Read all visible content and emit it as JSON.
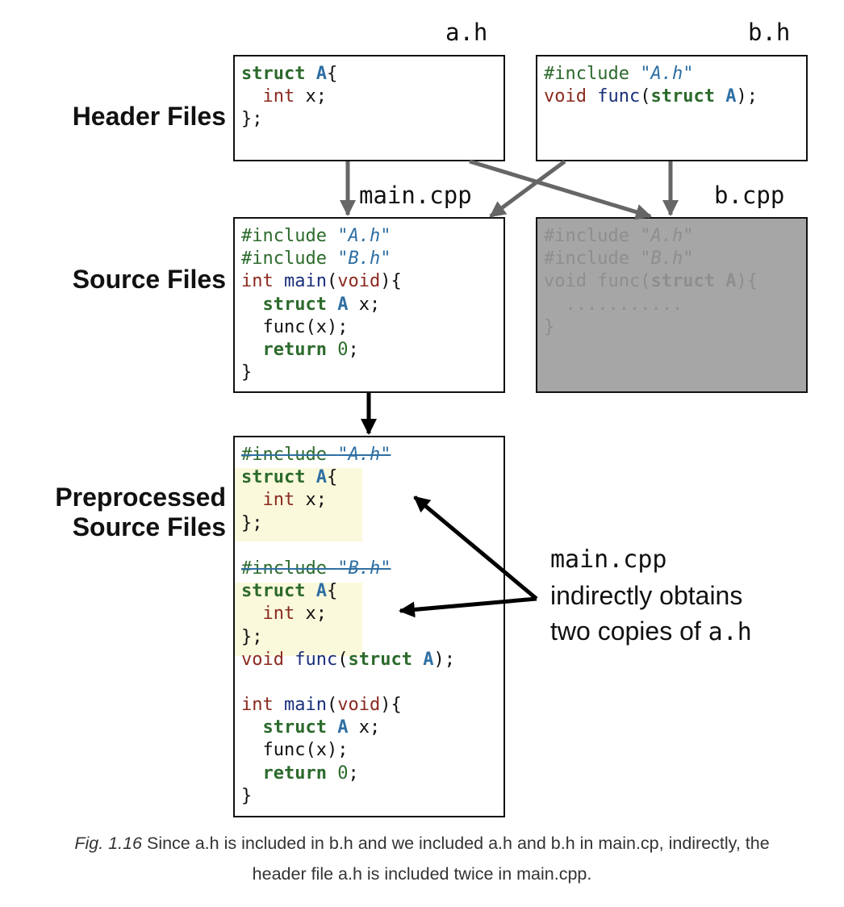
{
  "files": {
    "a_h": "a.h",
    "b_h": "b.h",
    "main_cpp": "main.cpp",
    "b_cpp": "b.cpp"
  },
  "row_labels": {
    "header": "Header Files",
    "source": "Source Files",
    "preprocessed_line1": "Preprocessed",
    "preprocessed_line2": "Source Files"
  },
  "annotation": {
    "line1": "main.cpp",
    "line2": "indirectly obtains",
    "line3_prefix": "two copies of ",
    "line3_code": "a.h"
  },
  "caption": {
    "fig": "Fig. 1.16",
    "text": " Since a.h is included in b.h and we included a.h and b.h in main.cp, indirectly, the",
    "line2": "header file a.h is included twice in main.cpp."
  },
  "colors": {
    "keyword": "#2c6a2c",
    "type": "#8b2a1f",
    "function": "#1a2f7a",
    "identifier": "#2e6fa4",
    "highlight": "#fbf9dc",
    "gray_box": "#a6a6a6",
    "arrow_gray": "#666666"
  },
  "code": {
    "a_h": [
      [
        [
          "kw",
          "struct"
        ],
        [
          "pl",
          " "
        ],
        [
          "id",
          "A"
        ],
        [
          "pl",
          "{"
        ]
      ],
      [
        [
          "pl",
          "  "
        ],
        [
          "ty",
          "int"
        ],
        [
          "pl",
          " x;"
        ]
      ],
      [
        [
          "pl",
          "};"
        ]
      ]
    ],
    "b_h": [
      [
        [
          "pp",
          "#include "
        ],
        [
          "st",
          "\"A.h\""
        ]
      ],
      [
        [
          "ty",
          "void"
        ],
        [
          "pl",
          " "
        ],
        [
          "fn",
          "func"
        ],
        [
          "pl",
          "("
        ],
        [
          "kw",
          "struct"
        ],
        [
          "pl",
          " "
        ],
        [
          "id",
          "A"
        ],
        [
          "pl",
          ");"
        ]
      ]
    ],
    "main_cpp": [
      [
        [
          "pp",
          "#include "
        ],
        [
          "st",
          "\"A.h\""
        ]
      ],
      [
        [
          "pp",
          "#include "
        ],
        [
          "st",
          "\"B.h\""
        ]
      ],
      [
        [
          "ty",
          "int"
        ],
        [
          "pl",
          " "
        ],
        [
          "fn",
          "main"
        ],
        [
          "pl",
          "("
        ],
        [
          "ty",
          "void"
        ],
        [
          "pl",
          "){"
        ]
      ],
      [
        [
          "pl",
          "  "
        ],
        [
          "kw",
          "struct"
        ],
        [
          "pl",
          " "
        ],
        [
          "id",
          "A"
        ],
        [
          "pl",
          " x;"
        ]
      ],
      [
        [
          "pl",
          "  func(x);"
        ]
      ],
      [
        [
          "pl",
          "  "
        ],
        [
          "kw",
          "return"
        ],
        [
          "pl",
          " "
        ],
        [
          "num",
          "0"
        ],
        [
          "pl",
          ";"
        ]
      ],
      [
        [
          "pl",
          "}"
        ]
      ]
    ],
    "b_cpp": [
      [
        [
          "pp",
          "#include "
        ],
        [
          "st",
          "\"A.h\""
        ]
      ],
      [
        [
          "pp",
          "#include "
        ],
        [
          "st",
          "\"B.h\""
        ]
      ],
      [
        [
          "ty",
          "void"
        ],
        [
          "pl",
          " "
        ],
        [
          "fn",
          "func"
        ],
        [
          "pl",
          "("
        ],
        [
          "kw",
          "struct"
        ],
        [
          "pl",
          " "
        ],
        [
          "id",
          "A"
        ],
        [
          "pl",
          "){"
        ]
      ],
      [
        [
          "pl",
          "  ..........."
        ]
      ],
      [
        [
          "pl",
          "}"
        ]
      ]
    ],
    "preprocessed": [
      [
        [
          "strike-pp",
          "#include "
        ],
        [
          "strike-st",
          "\"A.h\""
        ]
      ],
      [
        [
          "kw",
          "struct"
        ],
        [
          "pl",
          " "
        ],
        [
          "id",
          "A"
        ],
        [
          "pl",
          "{"
        ]
      ],
      [
        [
          "pl",
          "  "
        ],
        [
          "ty",
          "int"
        ],
        [
          "pl",
          " x;"
        ]
      ],
      [
        [
          "pl",
          "};"
        ]
      ],
      [
        [
          "pl",
          ""
        ]
      ],
      [
        [
          "strike-pp",
          "#include "
        ],
        [
          "strike-st",
          "\"B.h\""
        ]
      ],
      [
        [
          "kw",
          "struct"
        ],
        [
          "pl",
          " "
        ],
        [
          "id",
          "A"
        ],
        [
          "pl",
          "{"
        ]
      ],
      [
        [
          "pl",
          "  "
        ],
        [
          "ty",
          "int"
        ],
        [
          "pl",
          " x;"
        ]
      ],
      [
        [
          "pl",
          "};"
        ]
      ],
      [
        [
          "ty",
          "void"
        ],
        [
          "pl",
          " "
        ],
        [
          "fn",
          "func"
        ],
        [
          "pl",
          "("
        ],
        [
          "kw",
          "struct"
        ],
        [
          "pl",
          " "
        ],
        [
          "id",
          "A"
        ],
        [
          "pl",
          ");"
        ]
      ],
      [
        [
          "pl",
          ""
        ]
      ],
      [
        [
          "ty",
          "int"
        ],
        [
          "pl",
          " "
        ],
        [
          "fn",
          "main"
        ],
        [
          "pl",
          "("
        ],
        [
          "ty",
          "void"
        ],
        [
          "pl",
          "){"
        ]
      ],
      [
        [
          "pl",
          "  "
        ],
        [
          "kw",
          "struct"
        ],
        [
          "pl",
          " "
        ],
        [
          "id",
          "A"
        ],
        [
          "pl",
          " x;"
        ]
      ],
      [
        [
          "pl",
          "  func(x);"
        ]
      ],
      [
        [
          "pl",
          "  "
        ],
        [
          "kw",
          "return"
        ],
        [
          "pl",
          " "
        ],
        [
          "num",
          "0"
        ],
        [
          "pl",
          ";"
        ]
      ],
      [
        [
          "pl",
          "}"
        ]
      ]
    ]
  }
}
